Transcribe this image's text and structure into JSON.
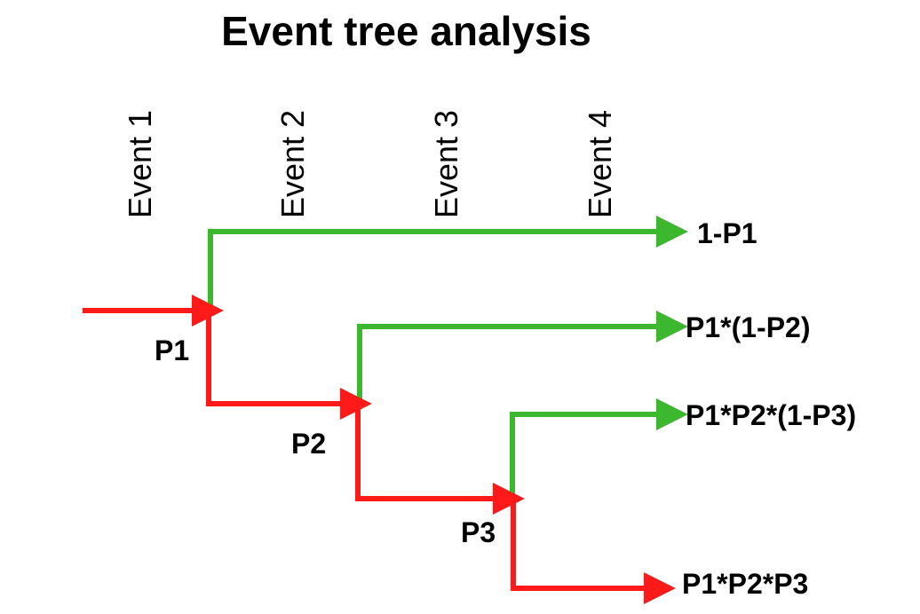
{
  "title": "Event tree analysis",
  "events": [
    "Event 1",
    "Event 2",
    "Event 3",
    "Event 4"
  ],
  "probabilities": [
    "P1",
    "P2",
    "P3"
  ],
  "outcomes": [
    "1-P1",
    "P1*(1-P2)",
    "P1*P2*(1-P3)",
    "P1*P2*P3"
  ],
  "colors": {
    "success_branch": "#3cb82e",
    "failure_branch": "#ff1a1a",
    "text": "#000000"
  }
}
